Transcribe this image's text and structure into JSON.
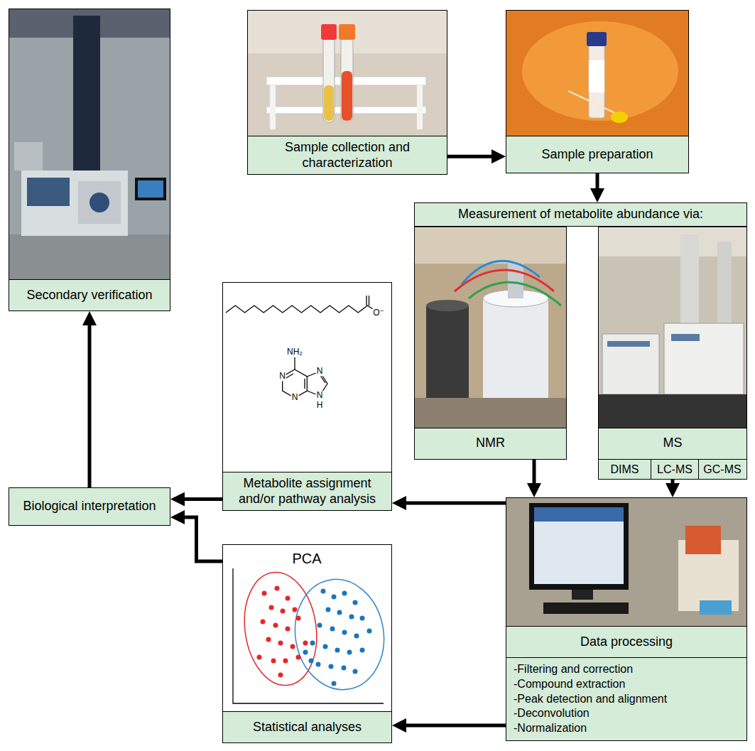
{
  "diagram": {
    "nodes": [
      {
        "text": [
          "Sample collection and characterization"
        ]
      },
      {
        "text": [
          "Sample preparation"
        ]
      },
      {
        "text": [
          "Measurement of metabolite abundance via:"
        ]
      },
      {
        "text": [
          "NMR"
        ],
        "in": 2
      },
      {
        "text": [
          "MS"
        ],
        "in": 2
      },
      {
        "text": [
          "DIMS"
        ],
        "in": 4
      },
      {
        "text": [
          "LC-MS"
        ],
        "in": 4
      },
      {
        "text": [
          "GC-MS"
        ],
        "in": 4
      },
      {
        "text": [
          "Data processing",
          "-Filtering and correction",
          "-Compound extraction",
          "-Peak detection and alignment",
          "-Deconvolution",
          "-Normalization"
        ]
      },
      {
        "text": [
          "Metabolite assignment and/or pathway analysis"
        ]
      },
      {
        "text": [
          "Statistical analyses"
        ]
      },
      {
        "text": [
          "Biological interpretation"
        ]
      },
      {
        "text": [
          "Secondary verification"
        ]
      }
    ],
    "edges": [
      {
        "from": 0,
        "to": 1,
        "arrow": "to"
      },
      {
        "from": 1,
        "to": 2,
        "arrow": "to"
      },
      {
        "from": 3,
        "to": 8,
        "arrow": "to"
      },
      {
        "from": 4,
        "to": 8,
        "arrow": "to"
      },
      {
        "from": 8,
        "to": 9,
        "arrow": "to"
      },
      {
        "from": 8,
        "to": 10,
        "arrow": "to"
      },
      {
        "from": 9,
        "to": 11,
        "arrow": "to"
      },
      {
        "from": 10,
        "to": 11,
        "arrow": "to"
      },
      {
        "from": 11,
        "to": 12,
        "arrow": "to"
      }
    ],
    "labels": [
      "PCA",
      "O⁻",
      "NH₂",
      "N",
      "N",
      "N",
      "N",
      "H"
    ]
  }
}
